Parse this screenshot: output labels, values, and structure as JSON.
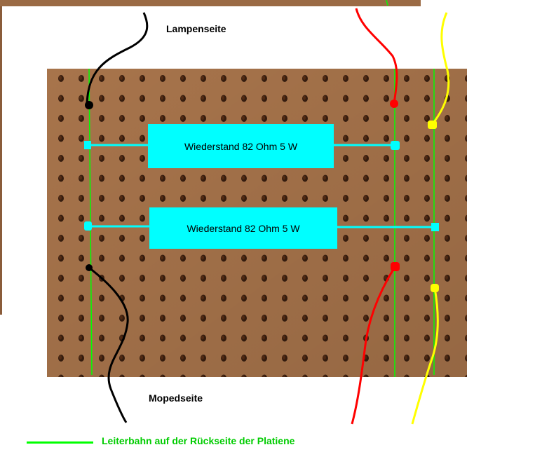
{
  "labels": {
    "top": "Lampenseite",
    "bottom": "Mopedseite"
  },
  "resistors": [
    {
      "label": "Wiederstand 82 Ohm 5 W"
    },
    {
      "label": "Wiederstand 82 Ohm 5 W"
    }
  ],
  "legend": {
    "text": "Leiterbahn auf der Rückseite der Platiene"
  },
  "colors": {
    "board": "#b07a4f",
    "hole": "#3a1f10",
    "trace": "#00ff00",
    "resistor": "#00ffff",
    "wire_black": "#000000",
    "wire_red": "#ff0000",
    "wire_yellow": "#ffff00",
    "legend_text": "#00cc00"
  }
}
